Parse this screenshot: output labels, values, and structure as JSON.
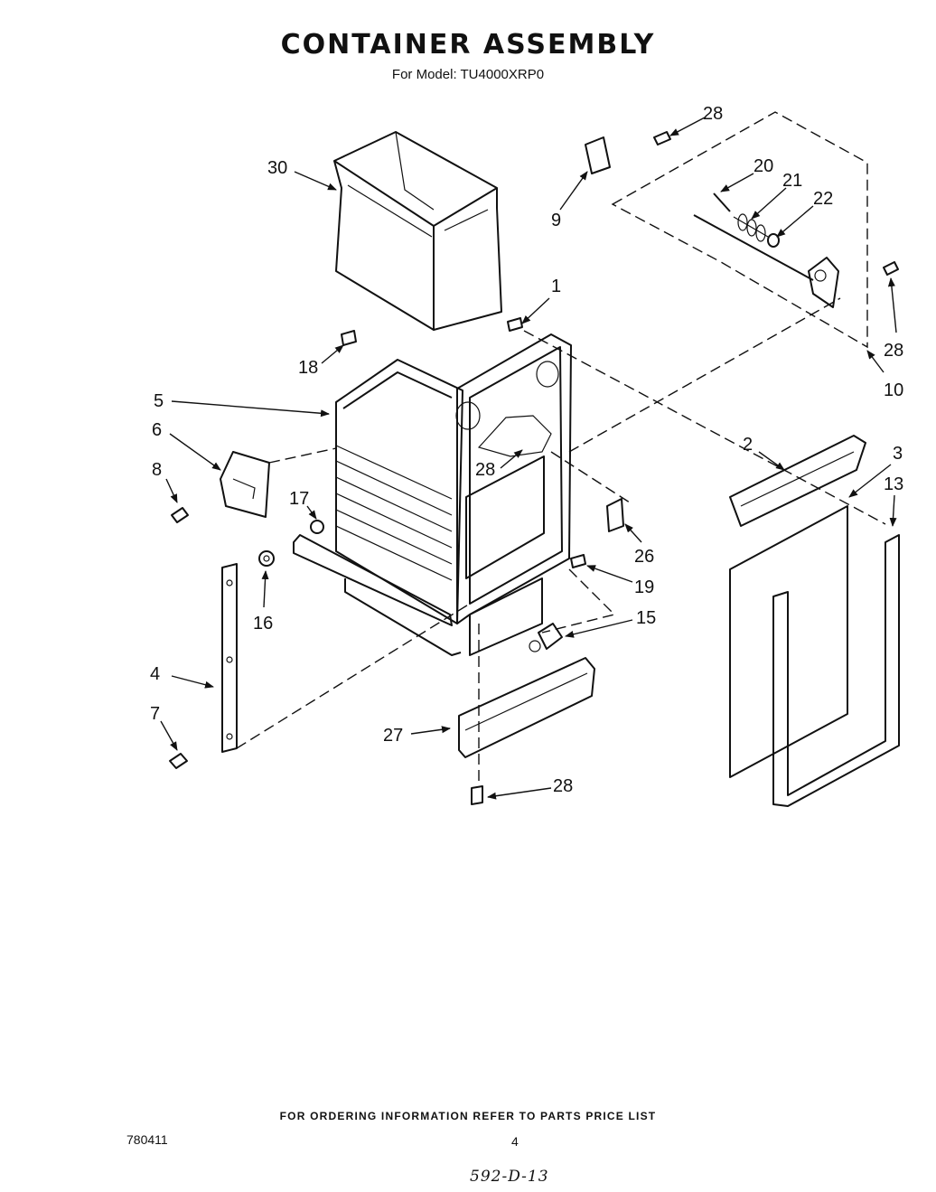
{
  "header": {
    "title": "CONTAINER ASSEMBLY",
    "model": "For Model: TU4000XRP0"
  },
  "callouts": {
    "c1": "1",
    "c2": "2",
    "c3": "3",
    "c4": "4",
    "c5": "5",
    "c6": "6",
    "c7": "7",
    "c8": "8",
    "c9": "9",
    "c10": "10",
    "c13": "13",
    "c15": "15",
    "c16": "16",
    "c17": "17",
    "c18": "18",
    "c19": "19",
    "c20": "20",
    "c21": "21",
    "c22": "22",
    "c26": "26",
    "c27": "27",
    "c28a": "28",
    "c28b": "28",
    "c28c": "28",
    "c28d": "28",
    "c30": "30"
  },
  "footer": {
    "ordering_note": "FOR ORDERING INFORMATION REFER TO PARTS PRICE LIST",
    "doc_number": "780411",
    "page_number": "4",
    "handwritten_ref": "592-D-13"
  }
}
